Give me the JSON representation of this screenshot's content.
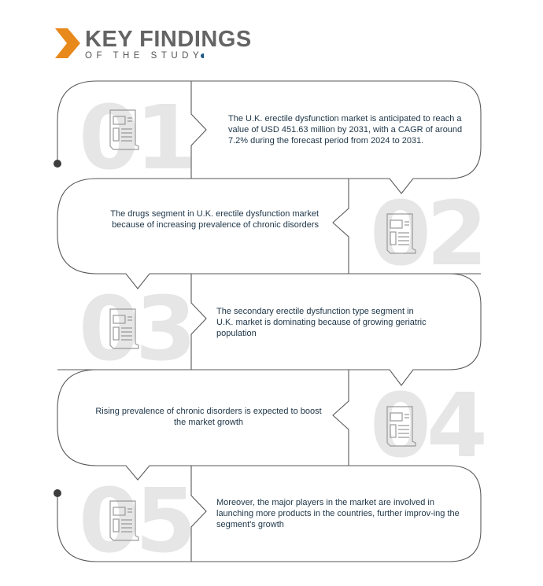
{
  "header": {
    "title": "KEY FINDINGS",
    "subtitle": "OF THE STUDY",
    "accent": "#e8891c"
  },
  "findings": [
    {
      "number": "01",
      "text": "The U.K. erectile dysfunction market is anticipated to reach a value of USD 451.63 million by 2031, with a CAGR of around 7.2% during the forecast period from 2024 to 2031."
    },
    {
      "number": "02",
      "text": "The drugs segment in U.K. erectile dysfunction market because of increasing prevalence of chronic disorders"
    },
    {
      "number": "03",
      "text": "The secondary erectile dysfunction type segment in U.K. market is dominating because of growing geriatric population"
    },
    {
      "number": "04",
      "text": "Rising prevalence of chronic disorders is expected to boost the market growth"
    },
    {
      "number": "05",
      "text": "Moreover, the major players in the market are involved in launching more products in the countries, further improv-ing the segment's growth"
    }
  ]
}
